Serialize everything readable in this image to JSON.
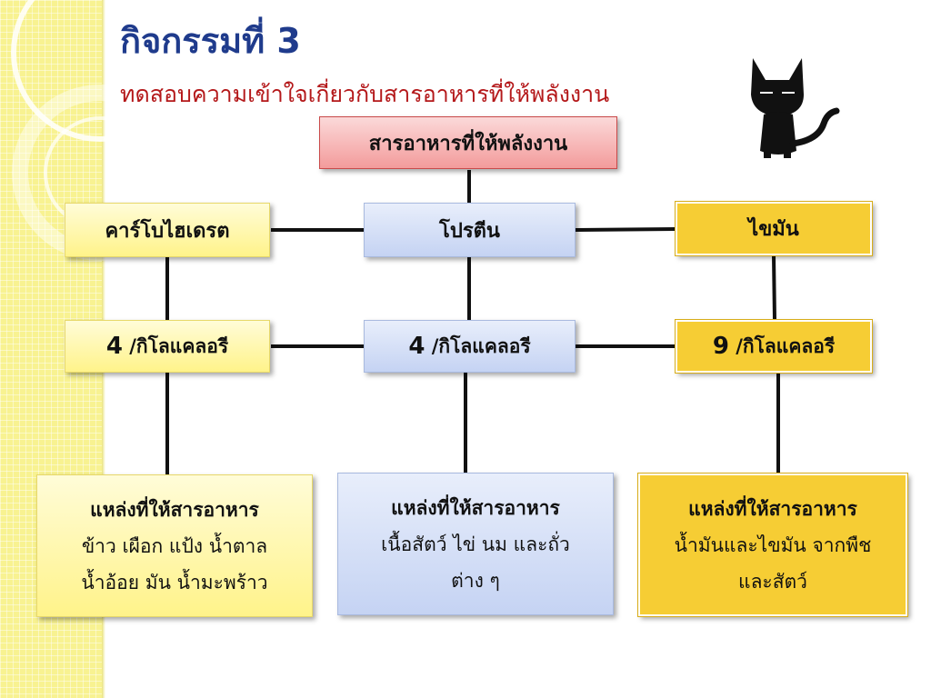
{
  "slide": {
    "title": "กิจกรรมที่ 3",
    "subtitle": "ทดสอบความเข้าใจเกี่ยวกับสารอาหารที่ให้พลังงาน"
  },
  "diagram": {
    "root": "สารอาหารที่ให้พลังงาน",
    "nutrients": [
      {
        "name": "คาร์โบไฮเดรต",
        "energy_value": "4",
        "energy_unit": "/กิโลแคลอรี",
        "source_heading": "แหล่งที่ให้สารอาหาร",
        "source_lines": [
          "ข้าว เผือก แป้ง น้ำตาล",
          "น้ำอ้อย มัน น้ำมะพร้าว"
        ]
      },
      {
        "name": "โปรตีน",
        "energy_value": "4",
        "energy_unit": "/กิโลแคลอรี",
        "source_heading": "แหล่งที่ให้สารอาหาร",
        "source_lines": [
          "เนื้อสัตว์ ไข่ นม และถั่ว",
          "ต่าง ๆ"
        ]
      },
      {
        "name": "ไขมัน",
        "energy_value": "9",
        "energy_unit": "/กิโลแคลอรี",
        "source_heading": "แหล่งที่ให้สารอาหาร",
        "source_lines": [
          "น้ำมันและไขมัน จากพืช",
          "และสัตว์"
        ]
      }
    ]
  },
  "colors": {
    "title": "#1f3b8c",
    "subtitle": "#b4181a",
    "carbohydrate_fill": "#fff38a",
    "protein_fill": "#c5d3f3",
    "fat_fill": "#f6cd34",
    "root_fill": "#f39b9b",
    "band": "#f8f291"
  },
  "icons": {
    "mascot": "black-cat-icon"
  }
}
